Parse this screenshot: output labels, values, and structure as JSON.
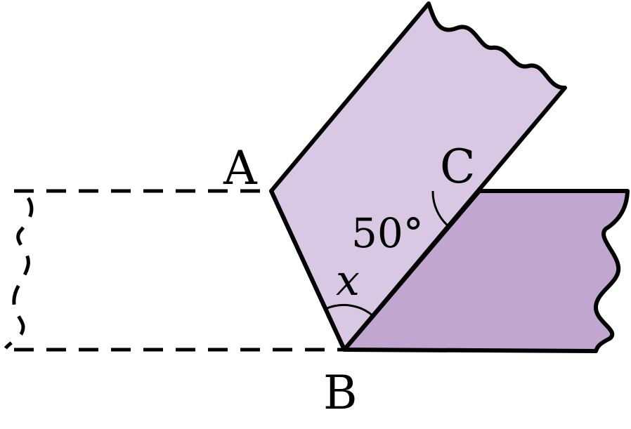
{
  "labels": {
    "A": "A",
    "B": "B",
    "C": "C",
    "angle_given": "50°",
    "angle_unknown": "x"
  },
  "colors": {
    "light_strip": "#d8c8e3",
    "dark_strip": "#c1a6cf",
    "stroke": "#000000",
    "background": "#ffffff"
  }
}
